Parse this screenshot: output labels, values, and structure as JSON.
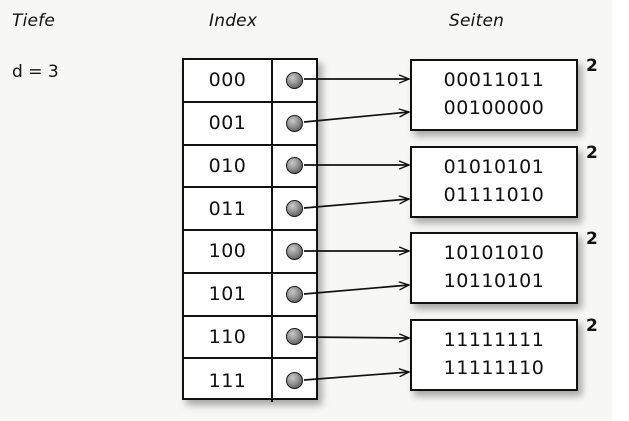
{
  "headings": {
    "depth": "Tiefe",
    "index": "Index",
    "pages": "Seiten"
  },
  "depth": {
    "value_label": "d = 3"
  },
  "index_table": {
    "rows": [
      {
        "key": "000",
        "pointer": "pointer-dot",
        "target_page": 0
      },
      {
        "key": "001",
        "pointer": "pointer-dot",
        "target_page": 0
      },
      {
        "key": "010",
        "pointer": "pointer-dot",
        "target_page": 1
      },
      {
        "key": "011",
        "pointer": "pointer-dot",
        "target_page": 1
      },
      {
        "key": "100",
        "pointer": "pointer-dot",
        "target_page": 2
      },
      {
        "key": "101",
        "pointer": "pointer-dot",
        "target_page": 2
      },
      {
        "key": "110",
        "pointer": "pointer-dot",
        "target_page": 3
      },
      {
        "key": "111",
        "pointer": "pointer-dot",
        "target_page": 3
      }
    ]
  },
  "pages": [
    {
      "lines": [
        "00011011",
        "00100000"
      ],
      "count": "2"
    },
    {
      "lines": [
        "01010101",
        "01111010"
      ],
      "count": "2"
    },
    {
      "lines": [
        "10101010",
        "10110101"
      ],
      "count": "2"
    },
    {
      "lines": [
        "11111111",
        "11111110"
      ],
      "count": "2"
    }
  ],
  "colors": {
    "background": "#f7f7f5",
    "stroke": "#111111",
    "box_fill": "#ffffff",
    "dot_dark": "#4a4a4a",
    "dot_light": "#c9c9c9"
  }
}
